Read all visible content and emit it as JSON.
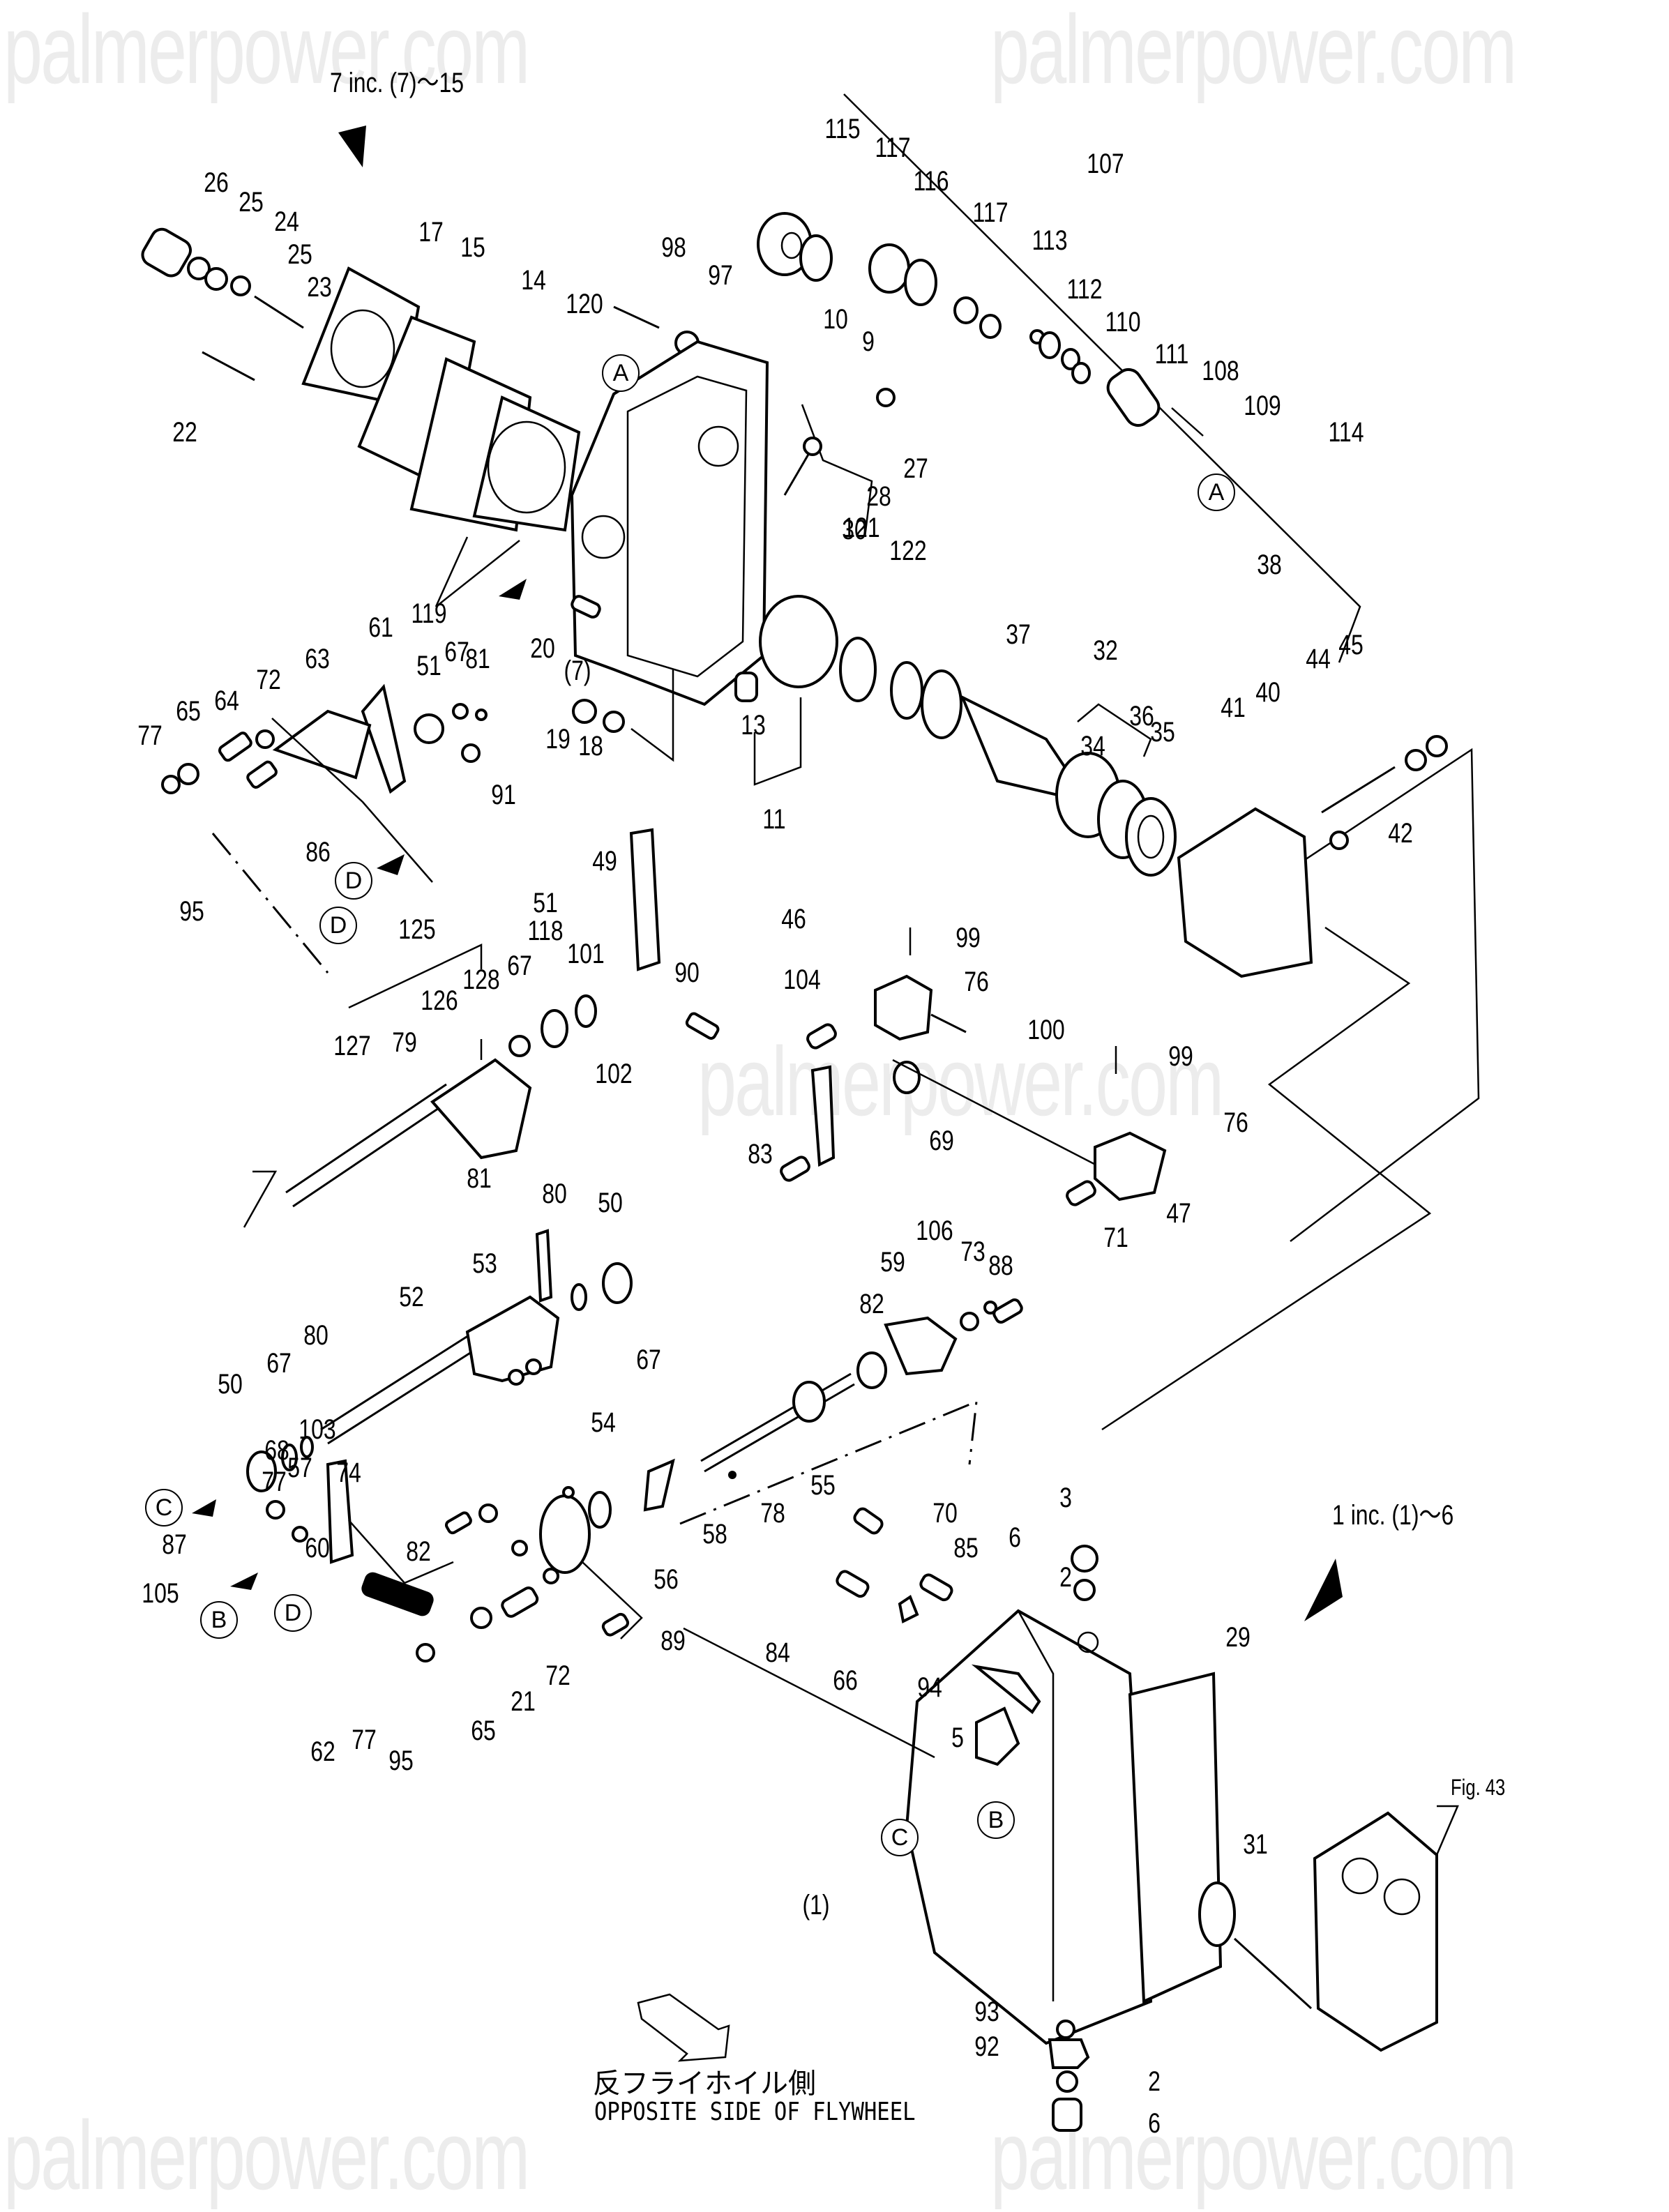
{
  "watermark": "palmerpower.com",
  "group_notes": {
    "top_left": "7 inc. (7)～15",
    "right": "1 inc. (1)～6",
    "figure_ref": "Fig. 43"
  },
  "caption": {
    "japanese": "反フライホイル側",
    "english": "OPPOSITE SIDE OF FLYWHEEL"
  },
  "reference_markers": [
    "A",
    "A",
    "B",
    "B",
    "C",
    "C",
    "D",
    "D",
    "D"
  ],
  "callouts": {
    "c115": "115",
    "c117a": "117",
    "c116": "116",
    "c117b": "117",
    "c107": "107",
    "c113": "113",
    "c112": "112",
    "c110": "110",
    "c111": "111",
    "c108": "108",
    "c109": "109",
    "c114": "114",
    "c10": "10",
    "c9": "9",
    "c27": "27",
    "c28": "28",
    "c26": "26",
    "c25a": "25",
    "c24": "24",
    "c25b": "25",
    "c23": "23",
    "c22": "22",
    "c17": "17",
    "c15": "15",
    "c14": "14",
    "c120": "120",
    "c98": "98",
    "c97": "97",
    "c119": "119",
    "c30": "30",
    "c20": "20",
    "c7": "(7)",
    "c19": "19",
    "c18": "18",
    "c13": "13",
    "c11": "11",
    "c121": "121",
    "c122": "122",
    "c37": "37",
    "c32": "32",
    "c34": "34",
    "c36": "36",
    "c35": "35",
    "c38": "38",
    "c41": "41",
    "c40": "40",
    "c44": "44",
    "c45": "45",
    "c42": "42",
    "c61": "61",
    "c63": "63",
    "c72a": "72",
    "c64": "64",
    "c65a": "65",
    "c77a": "77",
    "c51a": "51",
    "c67a": "67",
    "c81a": "81",
    "c91": "91",
    "c86": "86",
    "c95a": "95",
    "c49": "49",
    "c51b": "51",
    "c118": "118",
    "c101": "101",
    "c125": "125",
    "c128": "128",
    "c67b": "67",
    "c126": "126",
    "c127": "127",
    "c79": "79",
    "c90": "90",
    "c102": "102",
    "c81b": "81",
    "c46": "46",
    "c99a": "99",
    "c76a": "76",
    "c104": "104",
    "c100": "100",
    "c99b": "99",
    "c76b": "76",
    "c69": "69",
    "c83": "83",
    "c47": "47",
    "c71": "71",
    "c80a": "80",
    "c50a": "50",
    "c53": "53",
    "c52": "52",
    "c67c": "67",
    "c54": "54",
    "c80b": "80",
    "c67d": "67",
    "c50b": "50",
    "c106": "106",
    "c73": "73",
    "c88": "88",
    "c59": "59",
    "c82a": "82",
    "c55": "55",
    "c78": "78",
    "c68": "68",
    "c103": "103",
    "c57": "57",
    "c77b": "77",
    "c74": "74",
    "c87": "87",
    "c60": "60",
    "c82b": "82",
    "c58": "58",
    "c56": "56",
    "c105": "105",
    "c89": "89",
    "c72b": "72",
    "c21": "21",
    "c65b": "65",
    "c62": "62",
    "c77c": "77",
    "c95b": "95",
    "c70": "70",
    "c3": "3",
    "c6a": "6",
    "c2a": "2",
    "c85": "85",
    "c84": "84",
    "c66": "66",
    "c94": "94",
    "c5": "5",
    "c29": "29",
    "c31": "31",
    "c1": "(1)",
    "c93": "93",
    "c92": "92",
    "c2b": "2",
    "c6b": "6"
  }
}
